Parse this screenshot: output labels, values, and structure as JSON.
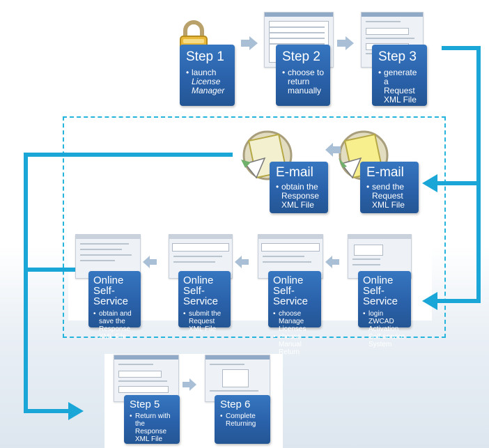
{
  "colors": {
    "card": "#2a63ad",
    "flow": "#1aa7d8",
    "arrow": "#a9bfd6"
  },
  "steps": {
    "step1": {
      "title": "Step 1",
      "bullet_a": "launch",
      "bullet_b": "License Manager"
    },
    "step2": {
      "title": "Step 2",
      "bullet": "choose to return manually"
    },
    "step3": {
      "title": "Step 3",
      "bullet": "generate a Request XML File"
    },
    "email_send": {
      "title": "E-mail",
      "bullet": "send the Request XML File"
    },
    "email_obtain": {
      "title": "E-mail",
      "bullet": "obtain the Response XML File"
    },
    "online_login": {
      "title": "Online Self-Service",
      "bullet": "login ZWCAD Activation Self-service System"
    },
    "online_manage": {
      "title": "Online Self-Service",
      "bullet_a": "choose Manage Licenses",
      "bullet_b": "choose Manual Return"
    },
    "online_submit": {
      "title": "Online Self-Service",
      "bullet": "submit the Request XML File"
    },
    "online_save": {
      "title": "Online Self-Service",
      "bullet": "obtain and save the Response XML File"
    },
    "step5": {
      "title": "Step 5",
      "bullet": "Return with the Response XML File"
    },
    "step6": {
      "title": "Step 6",
      "bullet": "Complete Returning"
    }
  },
  "icons": [
    "lock-icon",
    "envelope-icon",
    "arrow-right-icon",
    "arrow-left-icon"
  ]
}
